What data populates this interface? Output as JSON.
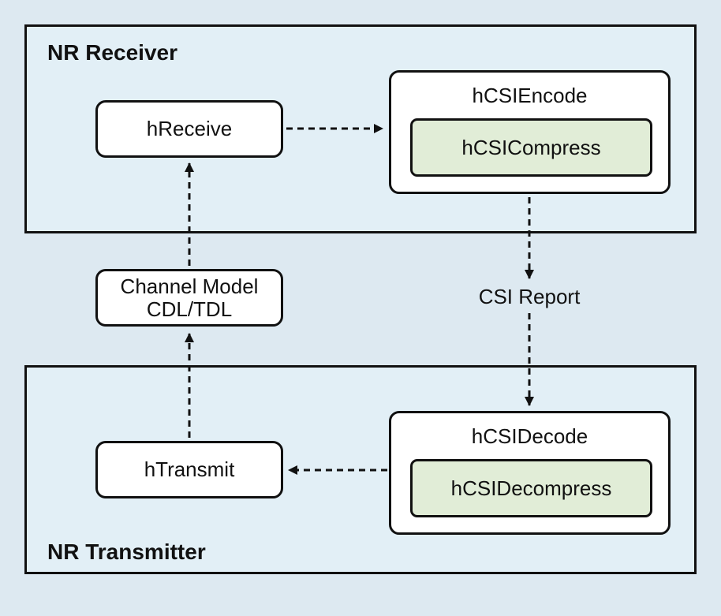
{
  "colors": {
    "background": "#dde9f1",
    "group_fill": "#e2eff6",
    "box_fill": "#ffffff",
    "inner_fill": "#e1edd7",
    "stroke": "#111111"
  },
  "receiver": {
    "title": "NR Receiver",
    "receive_block": "hReceive",
    "encode_block": "hCSIEncode",
    "compress_block": "hCSICompress"
  },
  "transmitter": {
    "title": "NR Transmitter",
    "transmit_block": "hTransmit",
    "decode_block": "hCSIDecode",
    "decompress_block": "hCSIDecompress"
  },
  "channel_model": {
    "line1": "Channel Model",
    "line2": "CDL/TDL"
  },
  "edge_labels": {
    "csi_report": "CSI Report"
  }
}
